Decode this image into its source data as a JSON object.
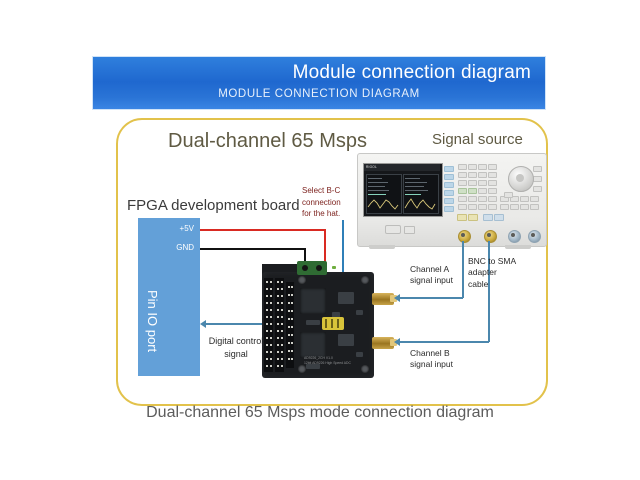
{
  "banner": {
    "title": "Module connection diagram",
    "subtitle": "MODULE CONNECTION DIAGRAM"
  },
  "diagram": {
    "heading_left": "Dual-channel 65 Msps",
    "heading_right": "Signal source",
    "fpga_label": "FPGA development board",
    "caption": "Dual-channel 65 Msps mode connection diagram",
    "fpga_box": {
      "power_label": "+5V",
      "ground_label": "GND",
      "port_label": "Pin IO port"
    },
    "annotations": {
      "select_bc": "Select B-C connection for the hat.",
      "digital_control": "Digital control signal",
      "channel_a": "Channel A signal input",
      "channel_b": "Channel B signal input",
      "bnc_sma": "BNC to SMA adapter cable"
    },
    "board": {
      "silk_line1": "AD9226_2CH V1.0",
      "silk_line2": "12bit AD9226 High Speed ADC"
    },
    "signal_source": {
      "brand": "RIGOL"
    }
  },
  "colors": {
    "banner_blue": "#2f7fdd",
    "frame_yellow": "#e2c24b",
    "fpga_blue": "#63a0d8",
    "wire_red": "#d92a22",
    "wire_black": "#111111",
    "arrow_blue": "#4b87ad",
    "annotation_red": "#7e2420"
  }
}
